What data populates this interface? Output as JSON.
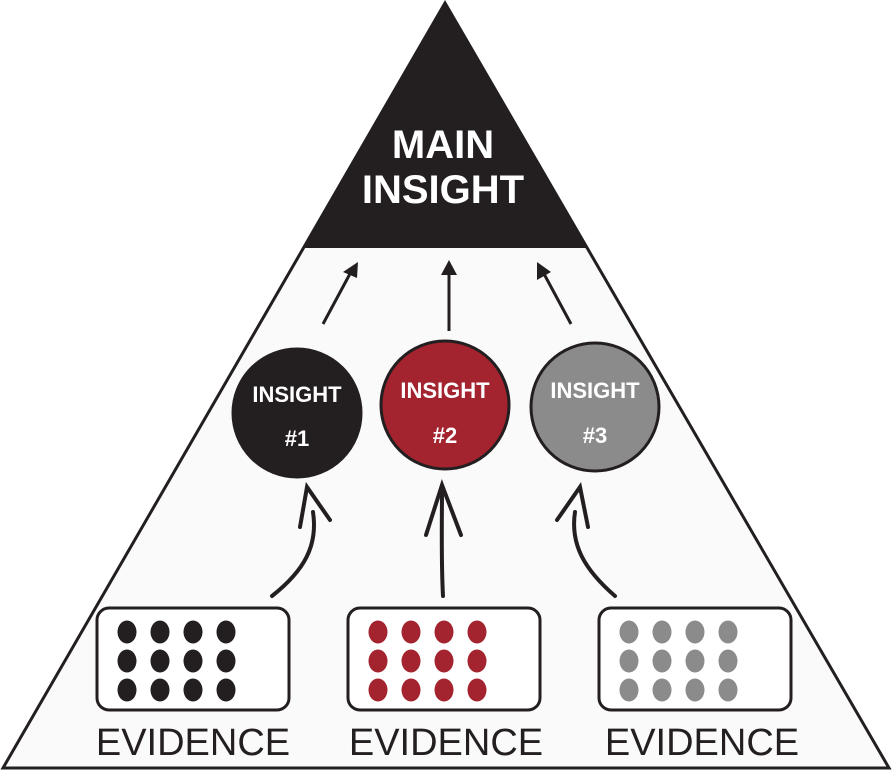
{
  "colors": {
    "dark": "#231f20",
    "red": "#a3232f",
    "gray": "#8c8b8b",
    "background": "#fafafa",
    "white": "#ffffff"
  },
  "apex": {
    "line1": "MAIN",
    "line2": "INSIGHT"
  },
  "insights": [
    {
      "label": "INSIGHT",
      "number": "#1",
      "color_key": "dark"
    },
    {
      "label": "INSIGHT",
      "number": "#2",
      "color_key": "red"
    },
    {
      "label": "INSIGHT",
      "number": "#3",
      "color_key": "gray"
    }
  ],
  "evidence": [
    {
      "label": "EVIDENCE",
      "color_key": "dark",
      "dot_rows": 3,
      "dot_cols": 4
    },
    {
      "label": "EVIDENCE",
      "color_key": "red",
      "dot_rows": 3,
      "dot_cols": 4
    },
    {
      "label": "EVIDENCE",
      "color_key": "gray",
      "dot_rows": 3,
      "dot_cols": 4
    }
  ]
}
